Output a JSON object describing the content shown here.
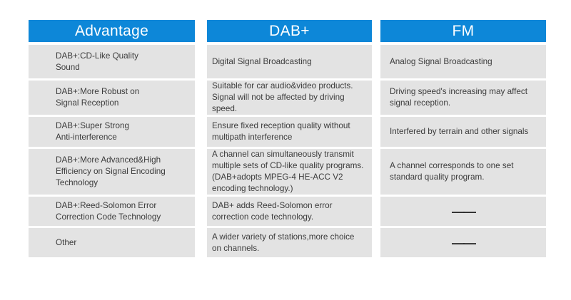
{
  "title": "DAB+ vs FM comparison table",
  "colors": {
    "header_bg": "#0d87d8",
    "header_text": "#ffffff",
    "cell_bg": "#e3e3e3",
    "cell_text": "#3c3c3c",
    "page_bg": "#ffffff",
    "dash_color": "#2e2e2e"
  },
  "table": {
    "columns": [
      {
        "id": "advantage",
        "header": "Advantage",
        "rows": [
          "DAB+:CD-Like Quality\nSound",
          "DAB+:More Robust on\nSignal Reception",
          "DAB+:Super Strong\nAnti-interference",
          "DAB+:More Advanced&High\nEfficiency on Signal Encoding\nTechnology",
          "DAB+:Reed-Solomon Error\nCorrection Code Technology",
          "Other"
        ]
      },
      {
        "id": "dab",
        "header": "DAB+",
        "rows": [
          "Digital Signal Broadcasting",
          "Suitable for car audio&video products.\nSignal will not be affected by driving\nspeed.",
          "Ensure fixed reception quality without\nmultipath interference",
          "A channel can simultaneously transmit\nmultiple sets of CD-like quality programs.\n(DAB+adopts MPEG-4 HE-ACC V2\nencoding technology.)",
          "DAB+ adds Reed-Solomon error\ncorrection code technology.",
          "A wider variety of stations,more choice\non channels."
        ]
      },
      {
        "id": "fm",
        "header": "FM",
        "rows": [
          "Analog Signal Broadcasting",
          "Driving speed's increasing may affect\nsignal reception.",
          "Interfered by terrain and other signals",
          "A channel corresponds to one set\nstandard quality program.",
          "——",
          "——"
        ]
      }
    ]
  },
  "chart_data": {
    "type": "table",
    "title": "DAB+ vs FM comparison",
    "columns": [
      "Advantage",
      "DAB+",
      "FM"
    ],
    "rows": [
      [
        "DAB+:CD-Like Quality Sound",
        "Digital Signal Broadcasting",
        "Analog Signal Broadcasting"
      ],
      [
        "DAB+:More Robust on Signal Reception",
        "Suitable for car audio&video products. Signal will not be affected by driving speed.",
        "Driving speed's increasing may affect signal reception."
      ],
      [
        "DAB+:Super Strong Anti-interference",
        "Ensure fixed reception quality without multipath interference",
        "Interfered by terrain and other signals"
      ],
      [
        "DAB+:More Advanced&High Efficiency on Signal Encoding Technology",
        "A channel can simultaneously transmit multiple sets of CD-like quality programs. (DAB+adopts MPEG-4 HE-ACC V2 encoding technology.)",
        "A channel corresponds to one set standard quality program."
      ],
      [
        "DAB+:Reed-Solomon Error Correction Code Technology",
        "DAB+ adds Reed-Solomon error correction code technology.",
        "——"
      ],
      [
        "Other",
        "A wider variety of stations,more choice on channels.",
        "——"
      ]
    ]
  }
}
